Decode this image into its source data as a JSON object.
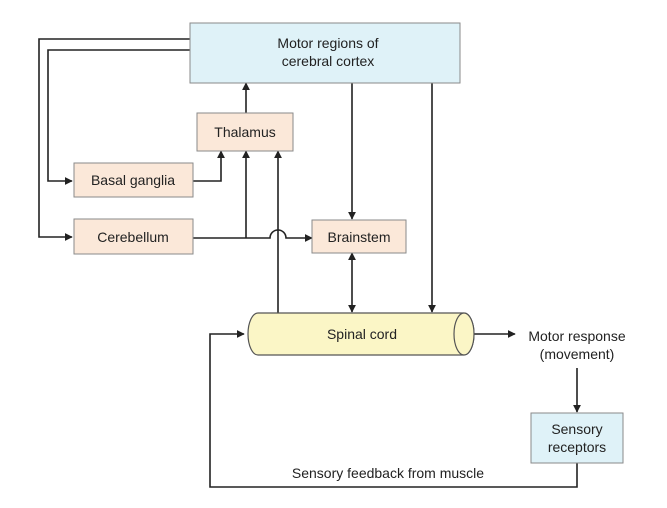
{
  "nodes": {
    "motor_cortex": {
      "line1": "Motor regions of",
      "line2": "cerebral cortex"
    },
    "thalamus": {
      "label": "Thalamus"
    },
    "basal_ganglia": {
      "label": "Basal ganglia"
    },
    "cerebellum": {
      "label": "Cerebellum"
    },
    "brainstem": {
      "label": "Brainstem"
    },
    "spinal_cord": {
      "label": "Spinal cord"
    },
    "motor_response": {
      "line1": "Motor response",
      "line2": "(movement)"
    },
    "sensory_receptors": {
      "line1": "Sensory",
      "line2": "receptors"
    }
  },
  "edges": {
    "feedback": {
      "label": "Sensory feedback from muscle"
    }
  },
  "colors": {
    "cortex_fill": "#dff2f8",
    "box_fill": "#fbe8d9",
    "box_stroke": "#8a8a8a",
    "cord_fill": "#fbf6c6",
    "receptor_fill": "#dff2f8",
    "line": "#222222"
  }
}
